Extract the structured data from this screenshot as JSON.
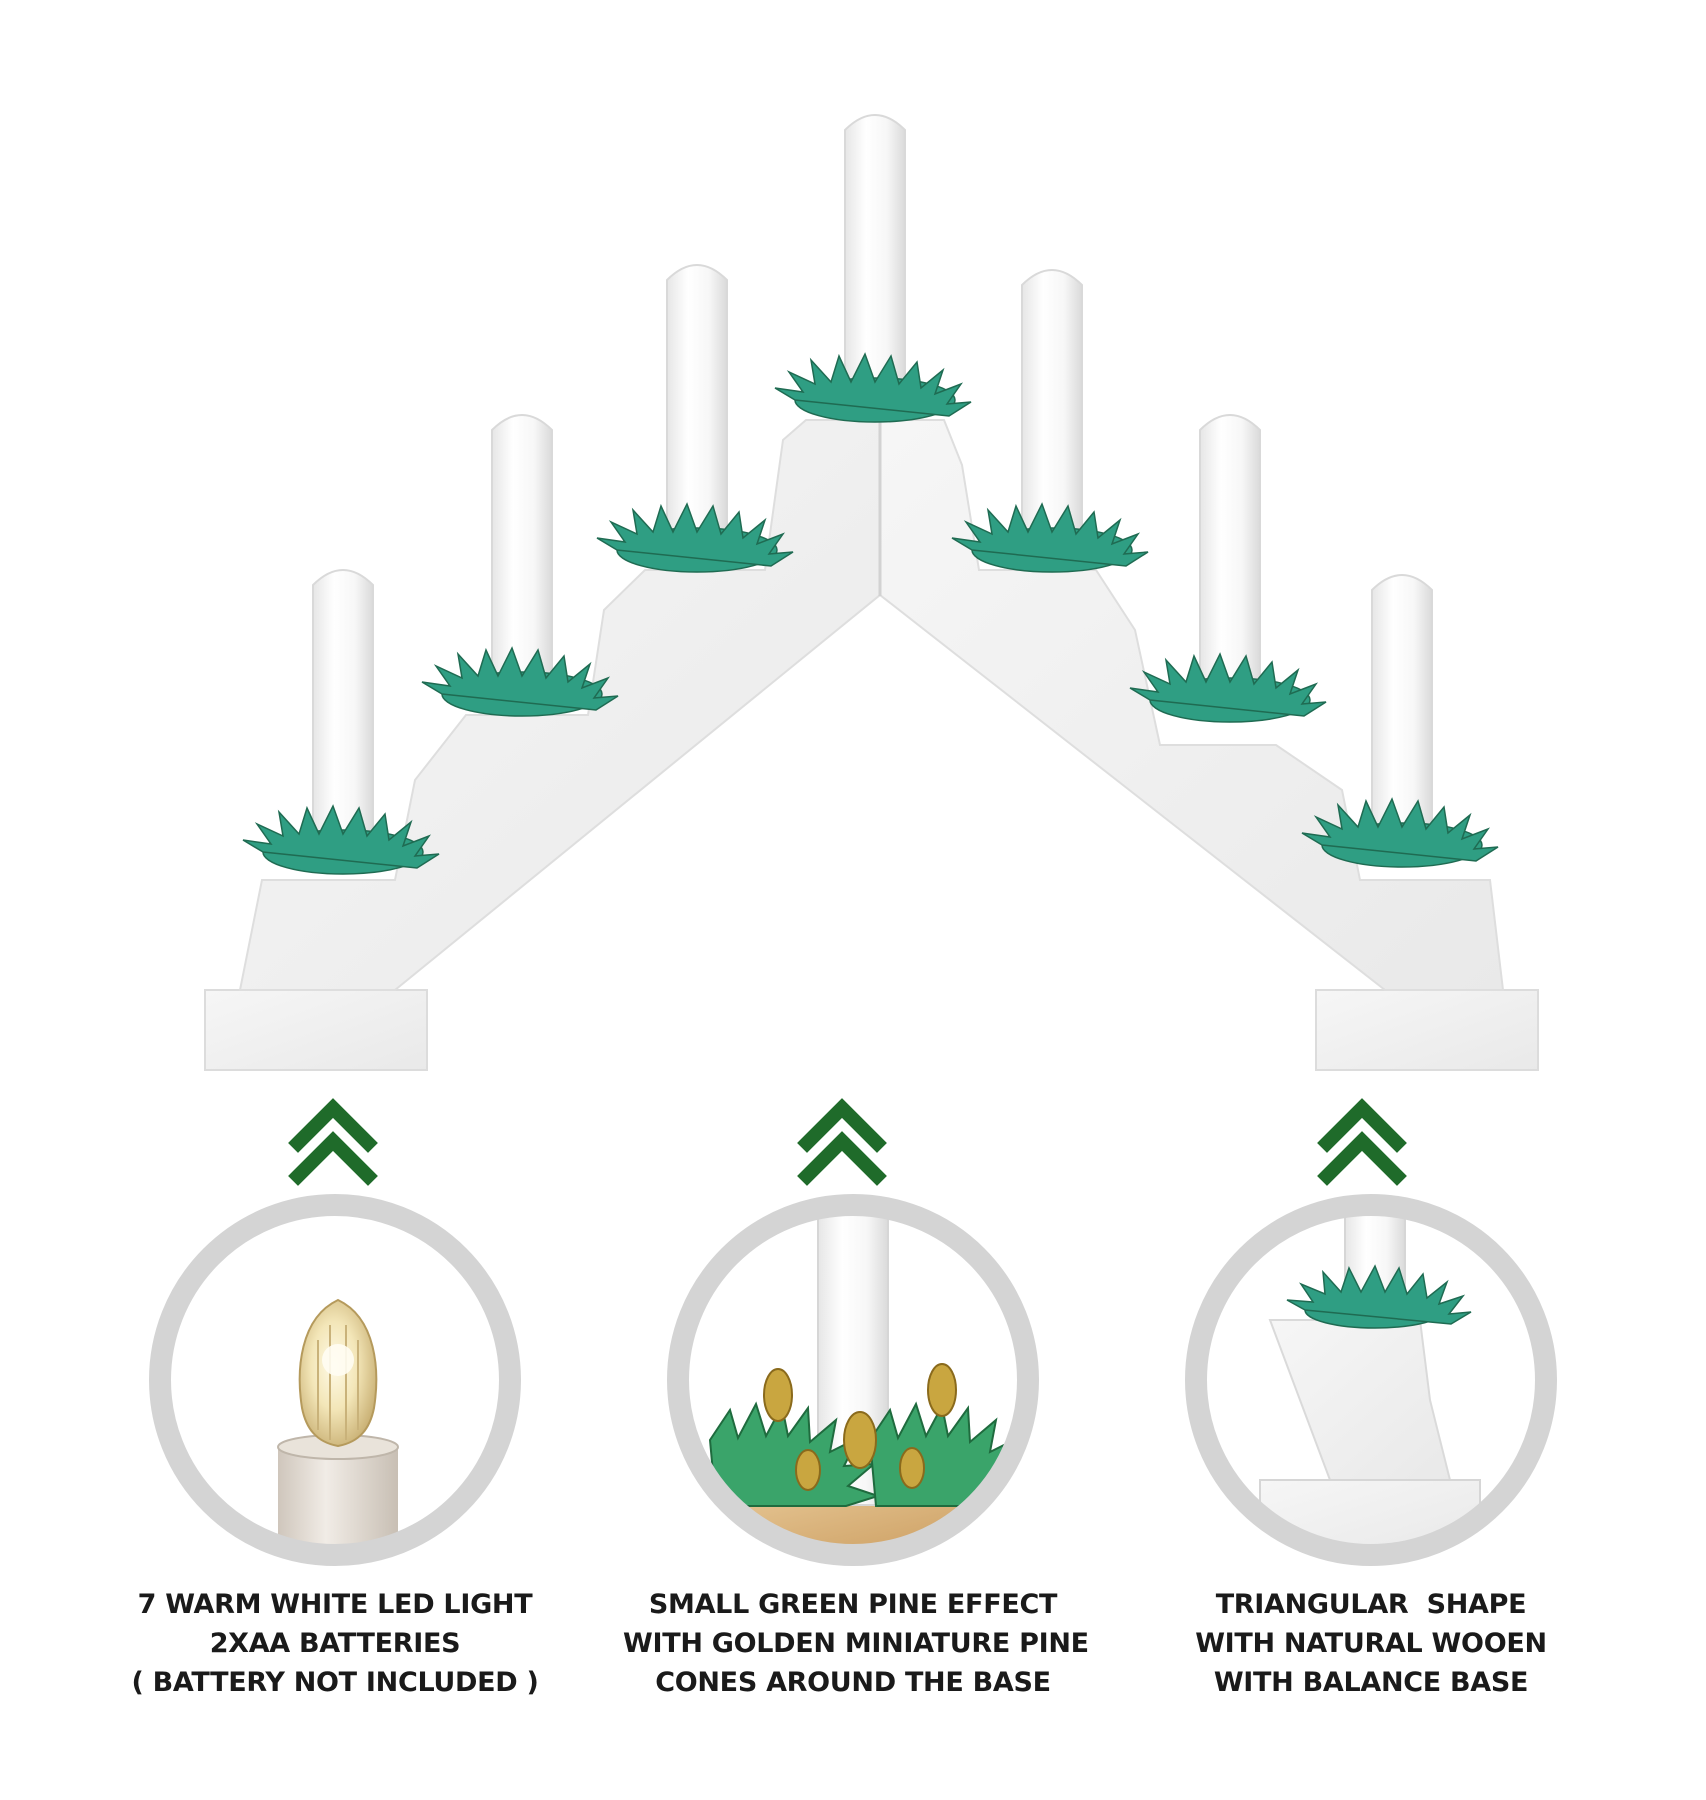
{
  "product": {
    "candle_count": 7,
    "colors": {
      "pine_green": "#2f9e83",
      "arrow_green": "#1f6b2a",
      "ring_gray": "#d4d4d4",
      "wood_white": "#f3f3f3",
      "text": "#1a1a1a"
    }
  },
  "features": [
    {
      "icon": "led-bulb-icon",
      "lines": [
        "7 WARM WHITE LED LIGHT",
        "2XAA BATTERIES",
        "( BATTERY NOT INCLUDED )"
      ]
    },
    {
      "icon": "pine-cone-base-icon",
      "lines": [
        "SMALL GREEN PINE EFFECT",
        "WITH GOLDEN MINIATURE PINE",
        "CONES AROUND THE BASE"
      ]
    },
    {
      "icon": "balance-base-icon",
      "lines": [
        "TRIANGULAR  SHAPE",
        "WITH NATURAL WOOEN",
        "WITH BALANCE BASE"
      ]
    }
  ]
}
